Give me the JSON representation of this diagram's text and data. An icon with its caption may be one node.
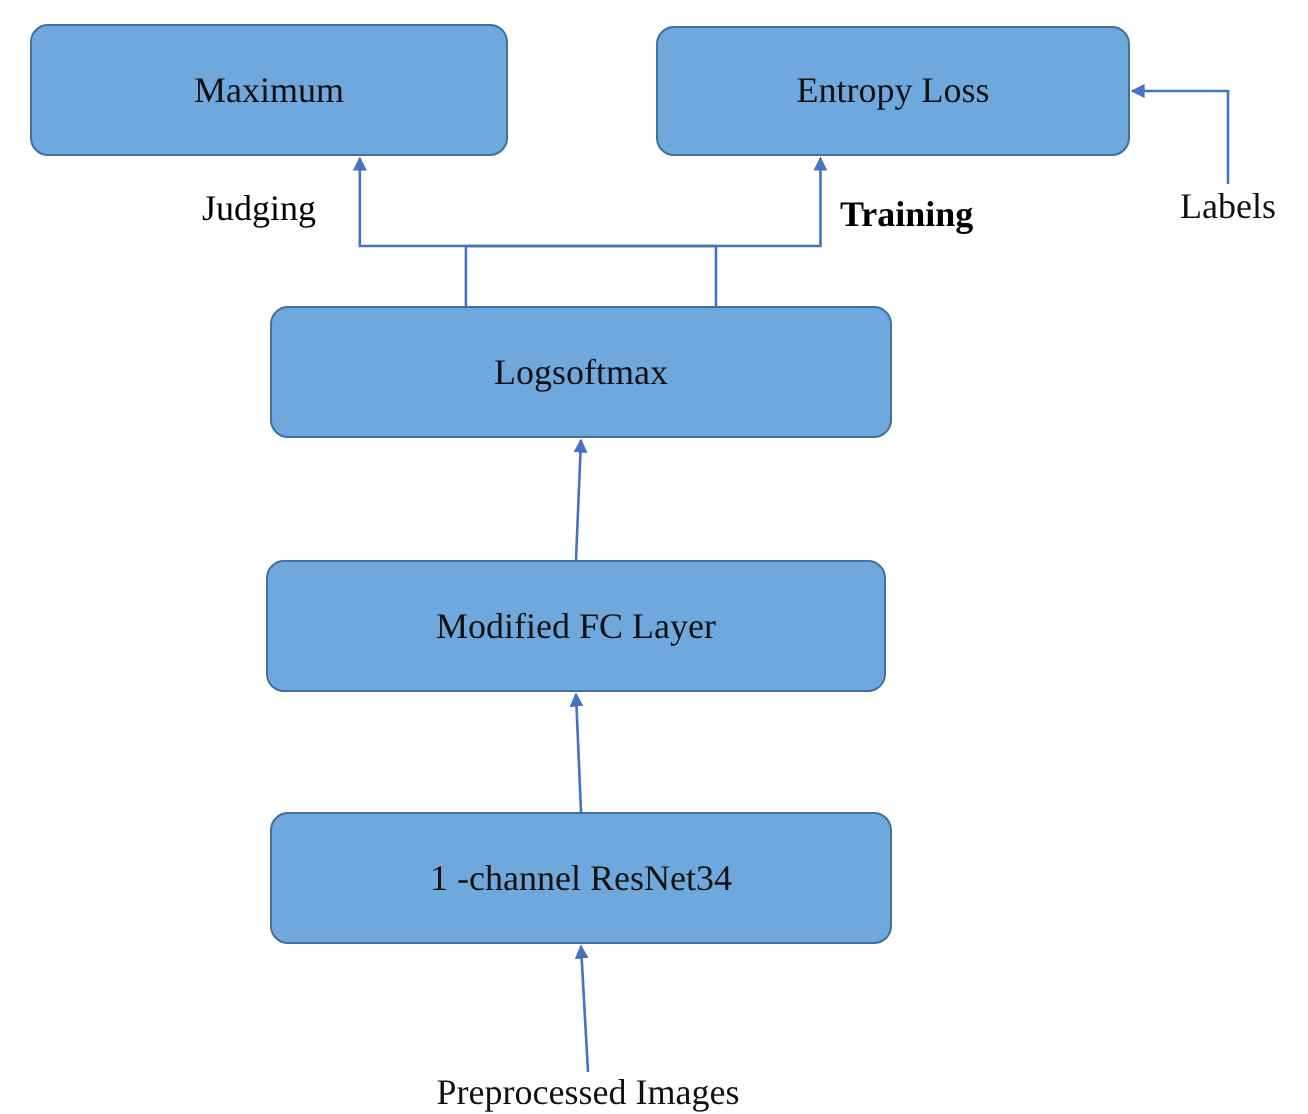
{
  "diagram": {
    "nodes": [
      {
        "text": [
          "Maximum"
        ]
      },
      {
        "text": [
          "Entropy Loss"
        ]
      },
      {
        "text": [
          "Logsoftmax"
        ]
      },
      {
        "text": [
          "Modified FC Layer"
        ]
      },
      {
        "text": [
          "1 -channel ResNet34"
        ]
      },
      {
        "text": [
          "Labels"
        ]
      },
      {
        "text": [
          "Preprocessed Images"
        ]
      }
    ],
    "edges": [
      {
        "from": 6,
        "to": 4,
        "arrow": "to"
      },
      {
        "from": 4,
        "to": 3,
        "arrow": "to"
      },
      {
        "from": 3,
        "to": 2,
        "arrow": "to"
      },
      {
        "from": 2,
        "to": 0,
        "arrow": "to",
        "label": "Judging"
      },
      {
        "from": 2,
        "to": 1,
        "arrow": "to",
        "label": "Training"
      },
      {
        "from": 5,
        "to": 1,
        "arrow": "to"
      }
    ]
  }
}
